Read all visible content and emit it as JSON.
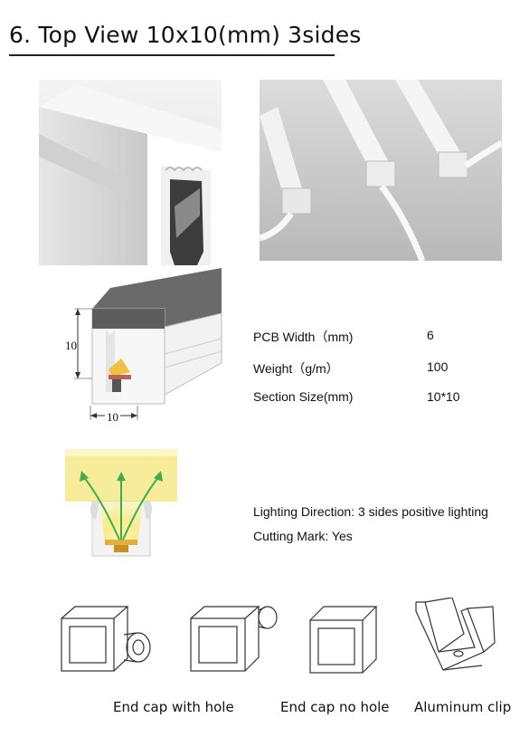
{
  "header": {
    "title": "6. Top View 10x10(mm) 3sides"
  },
  "drawing": {
    "height_label": "10",
    "width_label": "10"
  },
  "specs": [
    {
      "label": "PCB Width（mm)",
      "value": "6"
    },
    {
      "label": "Weight（g/m）",
      "value": "100"
    },
    {
      "label": "Section Size(mm)",
      "value": "10*10"
    }
  ],
  "lighting": {
    "direction": "Lighting Direction: 3 sides positive lighting",
    "cutting": "Cutting Mark: Yes"
  },
  "accessories": [
    {
      "label": "End cap with hole",
      "icon": "end-cap-with-hole-icon"
    },
    {
      "label": "End cap no hole",
      "icon": "end-cap-no-hole-icon"
    },
    {
      "label": "Aluminum clip",
      "icon": "aluminum-clip-icon"
    }
  ],
  "colors": {
    "text": "#111111",
    "glow": "#f5e98a",
    "arrow": "#4caf50",
    "profile_top": "#666666"
  }
}
